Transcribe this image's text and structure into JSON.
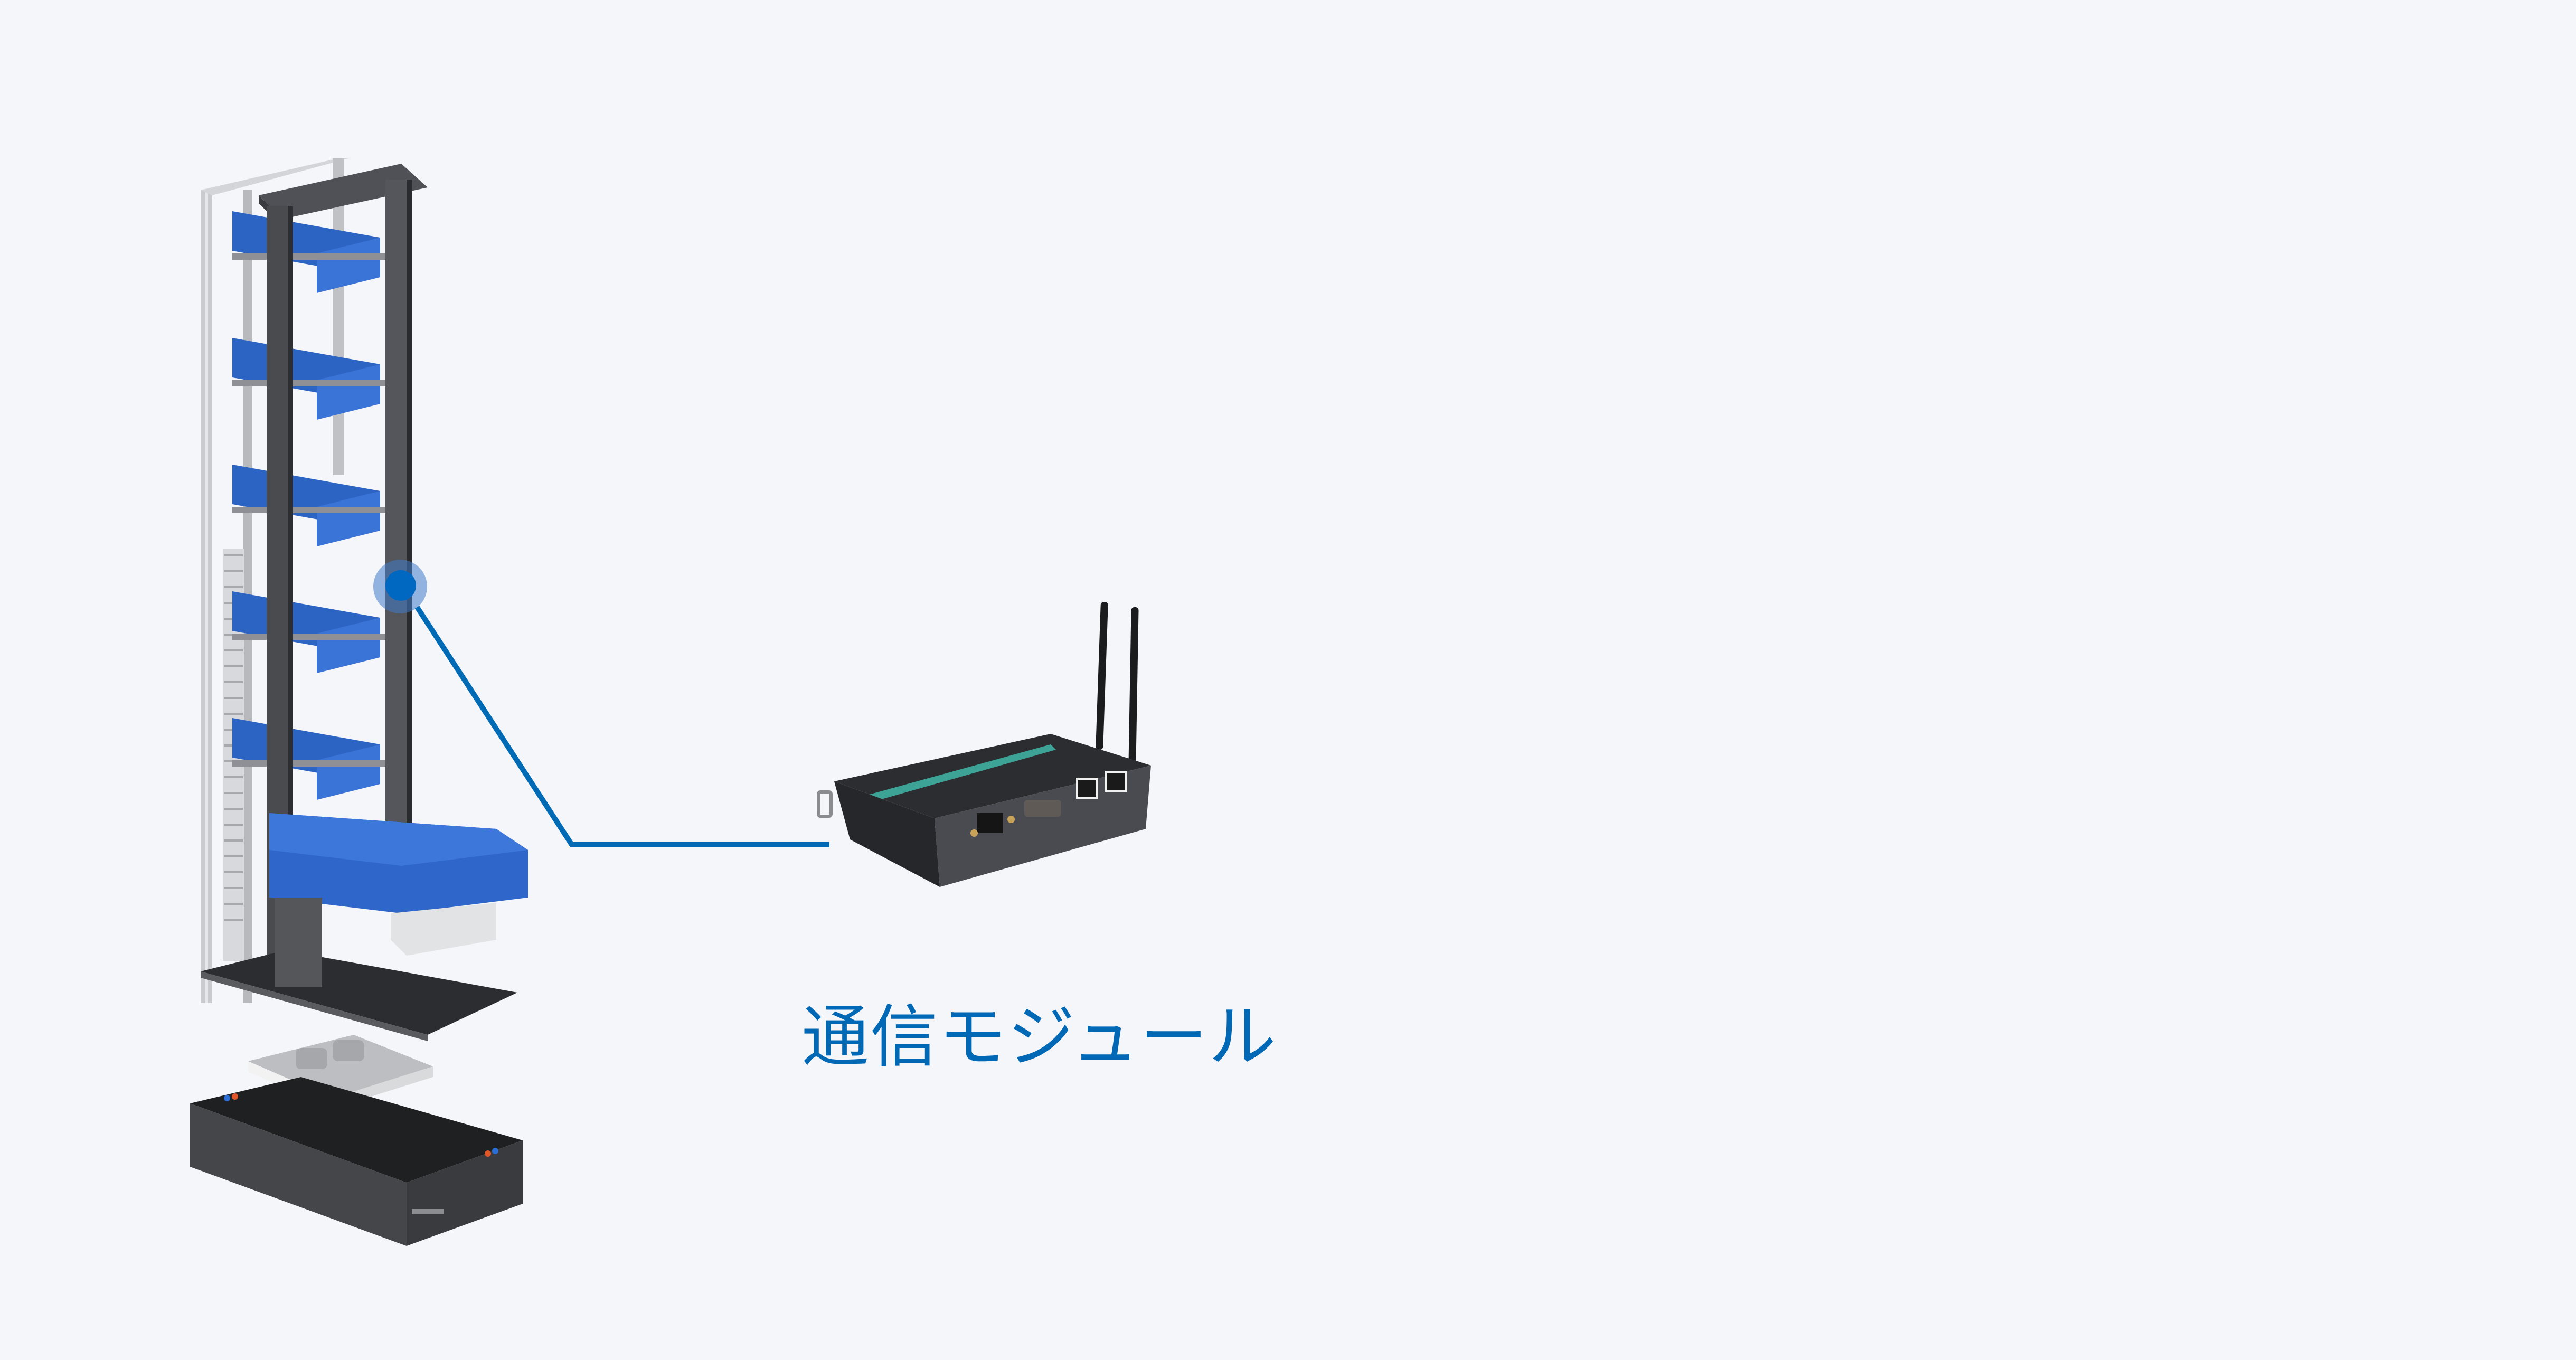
{
  "diagram": {
    "background_color": "#F5F6FA",
    "accent_color": "#0068B5",
    "subject": {
      "name": "amr-with-tote-storage-tower",
      "tote_count_visible": 5,
      "tote_color": "#2F6CD0",
      "frame_color": "#4A4B4F",
      "chassis_color": "#3C3D40"
    },
    "callout": {
      "marker": "highlight-dot",
      "target_component": "communication-module",
      "label": "通信モジュール",
      "label_color": "#0068B5",
      "line_color": "#006AB5"
    },
    "component": {
      "name": "communication-module",
      "type": "industrial-wireless-router",
      "antenna_count": 2,
      "ethernet_ports": 2,
      "accent_strip_color": "#3FB8A8"
    }
  }
}
